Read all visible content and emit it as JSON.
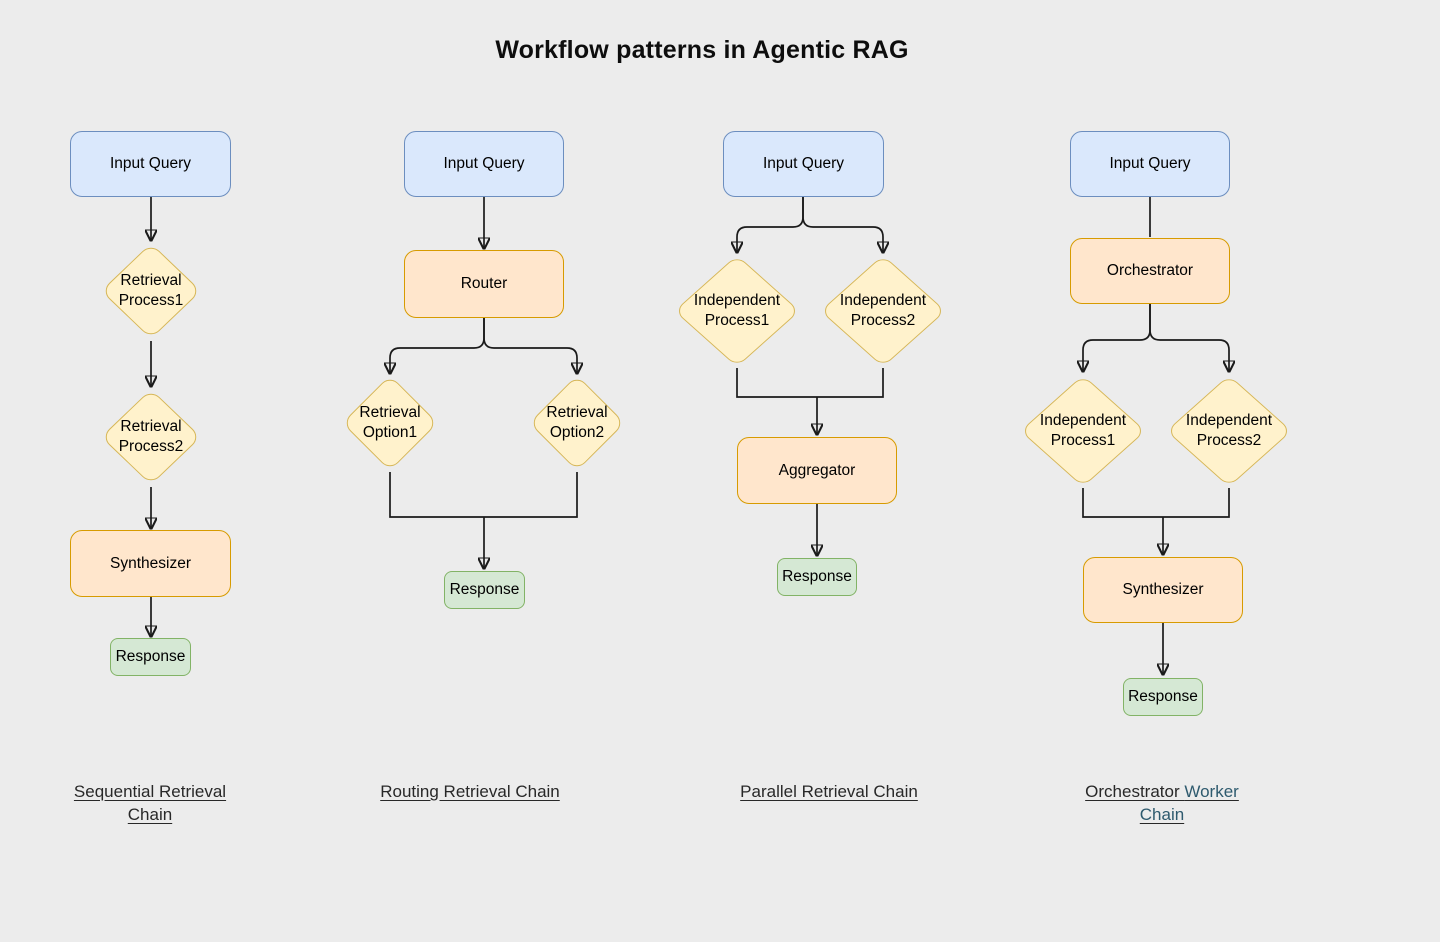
{
  "title": "Workflow patterns in Agentic RAG",
  "colors": {
    "background": "#ececec",
    "input_fill": "#dae8fc",
    "input_stroke": "#6c8ebf",
    "decision_fill": "#fff2cc",
    "decision_stroke": "#d6b656",
    "process_fill": "#ffe6cc",
    "process_stroke": "#d79b00",
    "response_fill": "#d5e8d4",
    "response_stroke": "#82b366",
    "connector": "#1a1a1a"
  },
  "columns": [
    {
      "name": "sequential",
      "label": "Sequential Retrieval Chain",
      "nodes": {
        "input": "Input Query",
        "step1": "Retrieval Process1",
        "step2": "Retrieval Process2",
        "synthesizer": "Synthesizer",
        "response": "Response"
      }
    },
    {
      "name": "routing",
      "label": "Routing Retrieval Chain",
      "nodes": {
        "input": "Input Query",
        "router": "Router",
        "option1": "Retrieval Option1",
        "option2": "Retrieval Option2",
        "response": "Response"
      }
    },
    {
      "name": "parallel",
      "label": "Parallel Retrieval Chain",
      "nodes": {
        "input": "Input Query",
        "proc1": "Independent Process1",
        "proc2": "Independent Process2",
        "aggregator": "Aggregator",
        "response": "Response"
      }
    },
    {
      "name": "orchestrator-worker",
      "label_parts": [
        "Orchestrator ",
        "Worker Chain"
      ],
      "nodes": {
        "input": "Input Query",
        "orchestrator": "Orchestrator",
        "proc1": "Independent Process1",
        "proc2": "Independent Process2",
        "synthesizer": "Synthesizer",
        "response": "Response"
      }
    }
  ]
}
